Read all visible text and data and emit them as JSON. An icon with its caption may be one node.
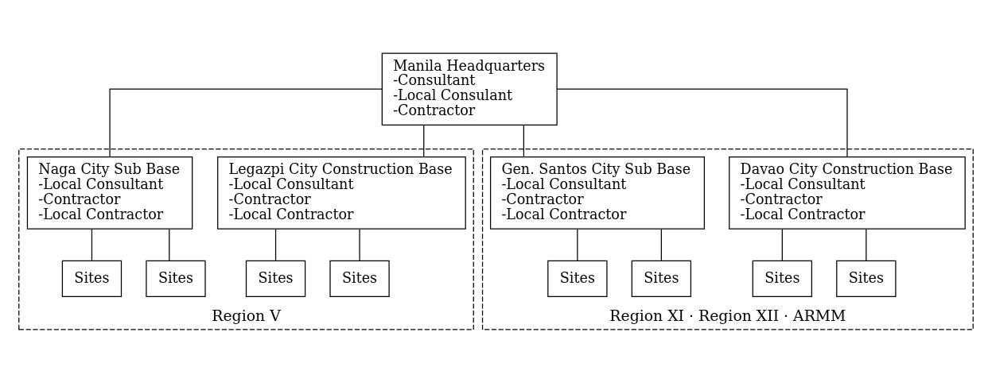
{
  "diagram": {
    "nodes": [
      {
        "text": [
          "Manila Headquarters",
          "-Consultant",
          "-Local Consulant",
          "-Contractor"
        ]
      },
      {
        "text": [
          "Region V"
        ]
      },
      {
        "text": [
          "Legazpi City Construction Base",
          "-Local Consultant",
          "-Contractor",
          "-Local Contractor"
        ],
        "in": 1
      },
      {
        "text": [
          "Naga City Sub Base",
          "-Local Consultant",
          "-Contractor",
          "-Local Contractor"
        ],
        "in": 1
      },
      {
        "text": [
          "Sites"
        ],
        "in": 1
      },
      {
        "text": [
          "Sites"
        ],
        "in": 1
      },
      {
        "text": [
          "Sites"
        ],
        "in": 1
      },
      {
        "text": [
          "Sites"
        ],
        "in": 1
      },
      {
        "text": [
          "Region XI · Region XII · ARMM"
        ]
      },
      {
        "text": [
          "Davao City Construction Base",
          "-Local Consultant",
          "-Contractor",
          "-Local Contractor"
        ],
        "in": 8
      },
      {
        "text": [
          "Gen. Santos City Sub Base",
          "-Local Consultant",
          "-Contractor",
          "-Local Contractor"
        ],
        "in": 8
      },
      {
        "text": [
          "Sites"
        ],
        "in": 8
      },
      {
        "text": [
          "Sites"
        ],
        "in": 8
      },
      {
        "text": [
          "Sites"
        ],
        "in": 8
      },
      {
        "text": [
          "Sites"
        ],
        "in": 8
      }
    ],
    "edges": [
      {
        "from": 0,
        "to": 2,
        "arrow": "none"
      },
      {
        "from": 0,
        "to": 3,
        "arrow": "none"
      },
      {
        "from": 0,
        "to": 9,
        "arrow": "none"
      },
      {
        "from": 0,
        "to": 10,
        "arrow": "none"
      },
      {
        "from": 2,
        "to": 4,
        "arrow": "none"
      },
      {
        "from": 2,
        "to": 5,
        "arrow": "none"
      },
      {
        "from": 3,
        "to": 6,
        "arrow": "none"
      },
      {
        "from": 3,
        "to": 7,
        "arrow": "none"
      },
      {
        "from": 9,
        "to": 11,
        "arrow": "none"
      },
      {
        "from": 9,
        "to": 12,
        "arrow": "none"
      },
      {
        "from": 10,
        "to": 13,
        "arrow": "none"
      },
      {
        "from": 10,
        "to": 14,
        "arrow": "none"
      }
    ]
  }
}
